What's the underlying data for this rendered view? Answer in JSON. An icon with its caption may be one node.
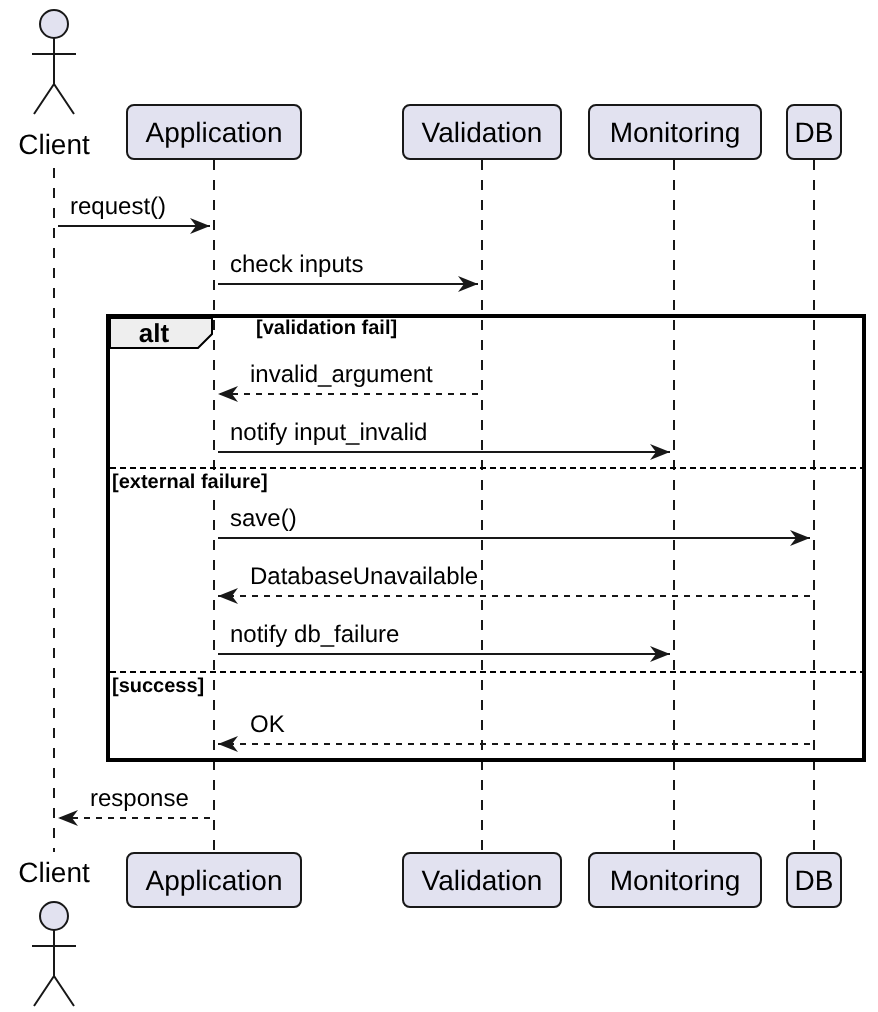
{
  "diagram": {
    "nodes": [
      {
        "text": [
          "Client"
        ]
      },
      {
        "text": [
          "Application"
        ]
      },
      {
        "text": [
          "Validation"
        ]
      },
      {
        "text": [
          "Monitoring"
        ]
      },
      {
        "text": [
          "DB"
        ]
      },
      {
        "text": [],
        "shape": "line"
      },
      {
        "text": [],
        "shape": "line"
      },
      {
        "text": [],
        "shape": "line"
      },
      {
        "text": [],
        "shape": "line"
      },
      {
        "text": [],
        "shape": "line"
      },
      {
        "text": [
          "Client"
        ]
      },
      {
        "text": [
          "Application"
        ]
      },
      {
        "text": [
          "Validation"
        ]
      },
      {
        "text": [
          "Monitoring"
        ]
      },
      {
        "text": [
          "DB"
        ]
      }
    ],
    "edges": [
      {
        "from": 5,
        "to": 6,
        "arrow": "to",
        "label": "request()"
      },
      {
        "from": 6,
        "to": 7,
        "arrow": "to",
        "label": "check inputs"
      },
      {
        "from": 7,
        "to": 6,
        "arrow": "to",
        "label": "invalid_argument",
        "style": "dashed"
      },
      {
        "from": 6,
        "to": 8,
        "arrow": "to",
        "label": "notify input_invalid"
      },
      {
        "from": 6,
        "to": 9,
        "arrow": "to",
        "label": "save()"
      },
      {
        "from": 9,
        "to": 6,
        "arrow": "to",
        "label": "DatabaseUnavailable",
        "style": "dashed"
      },
      {
        "from": 6,
        "to": 8,
        "arrow": "to",
        "label": "notify db_failure"
      },
      {
        "from": 9,
        "to": 6,
        "arrow": "to",
        "label": "OK",
        "style": "dashed"
      },
      {
        "from": 6,
        "to": 5,
        "arrow": "to",
        "label": "response",
        "style": "dashed"
      }
    ],
    "labels": [
      "alt",
      "[validation fail]",
      "[external failure]",
      "[success]"
    ]
  }
}
